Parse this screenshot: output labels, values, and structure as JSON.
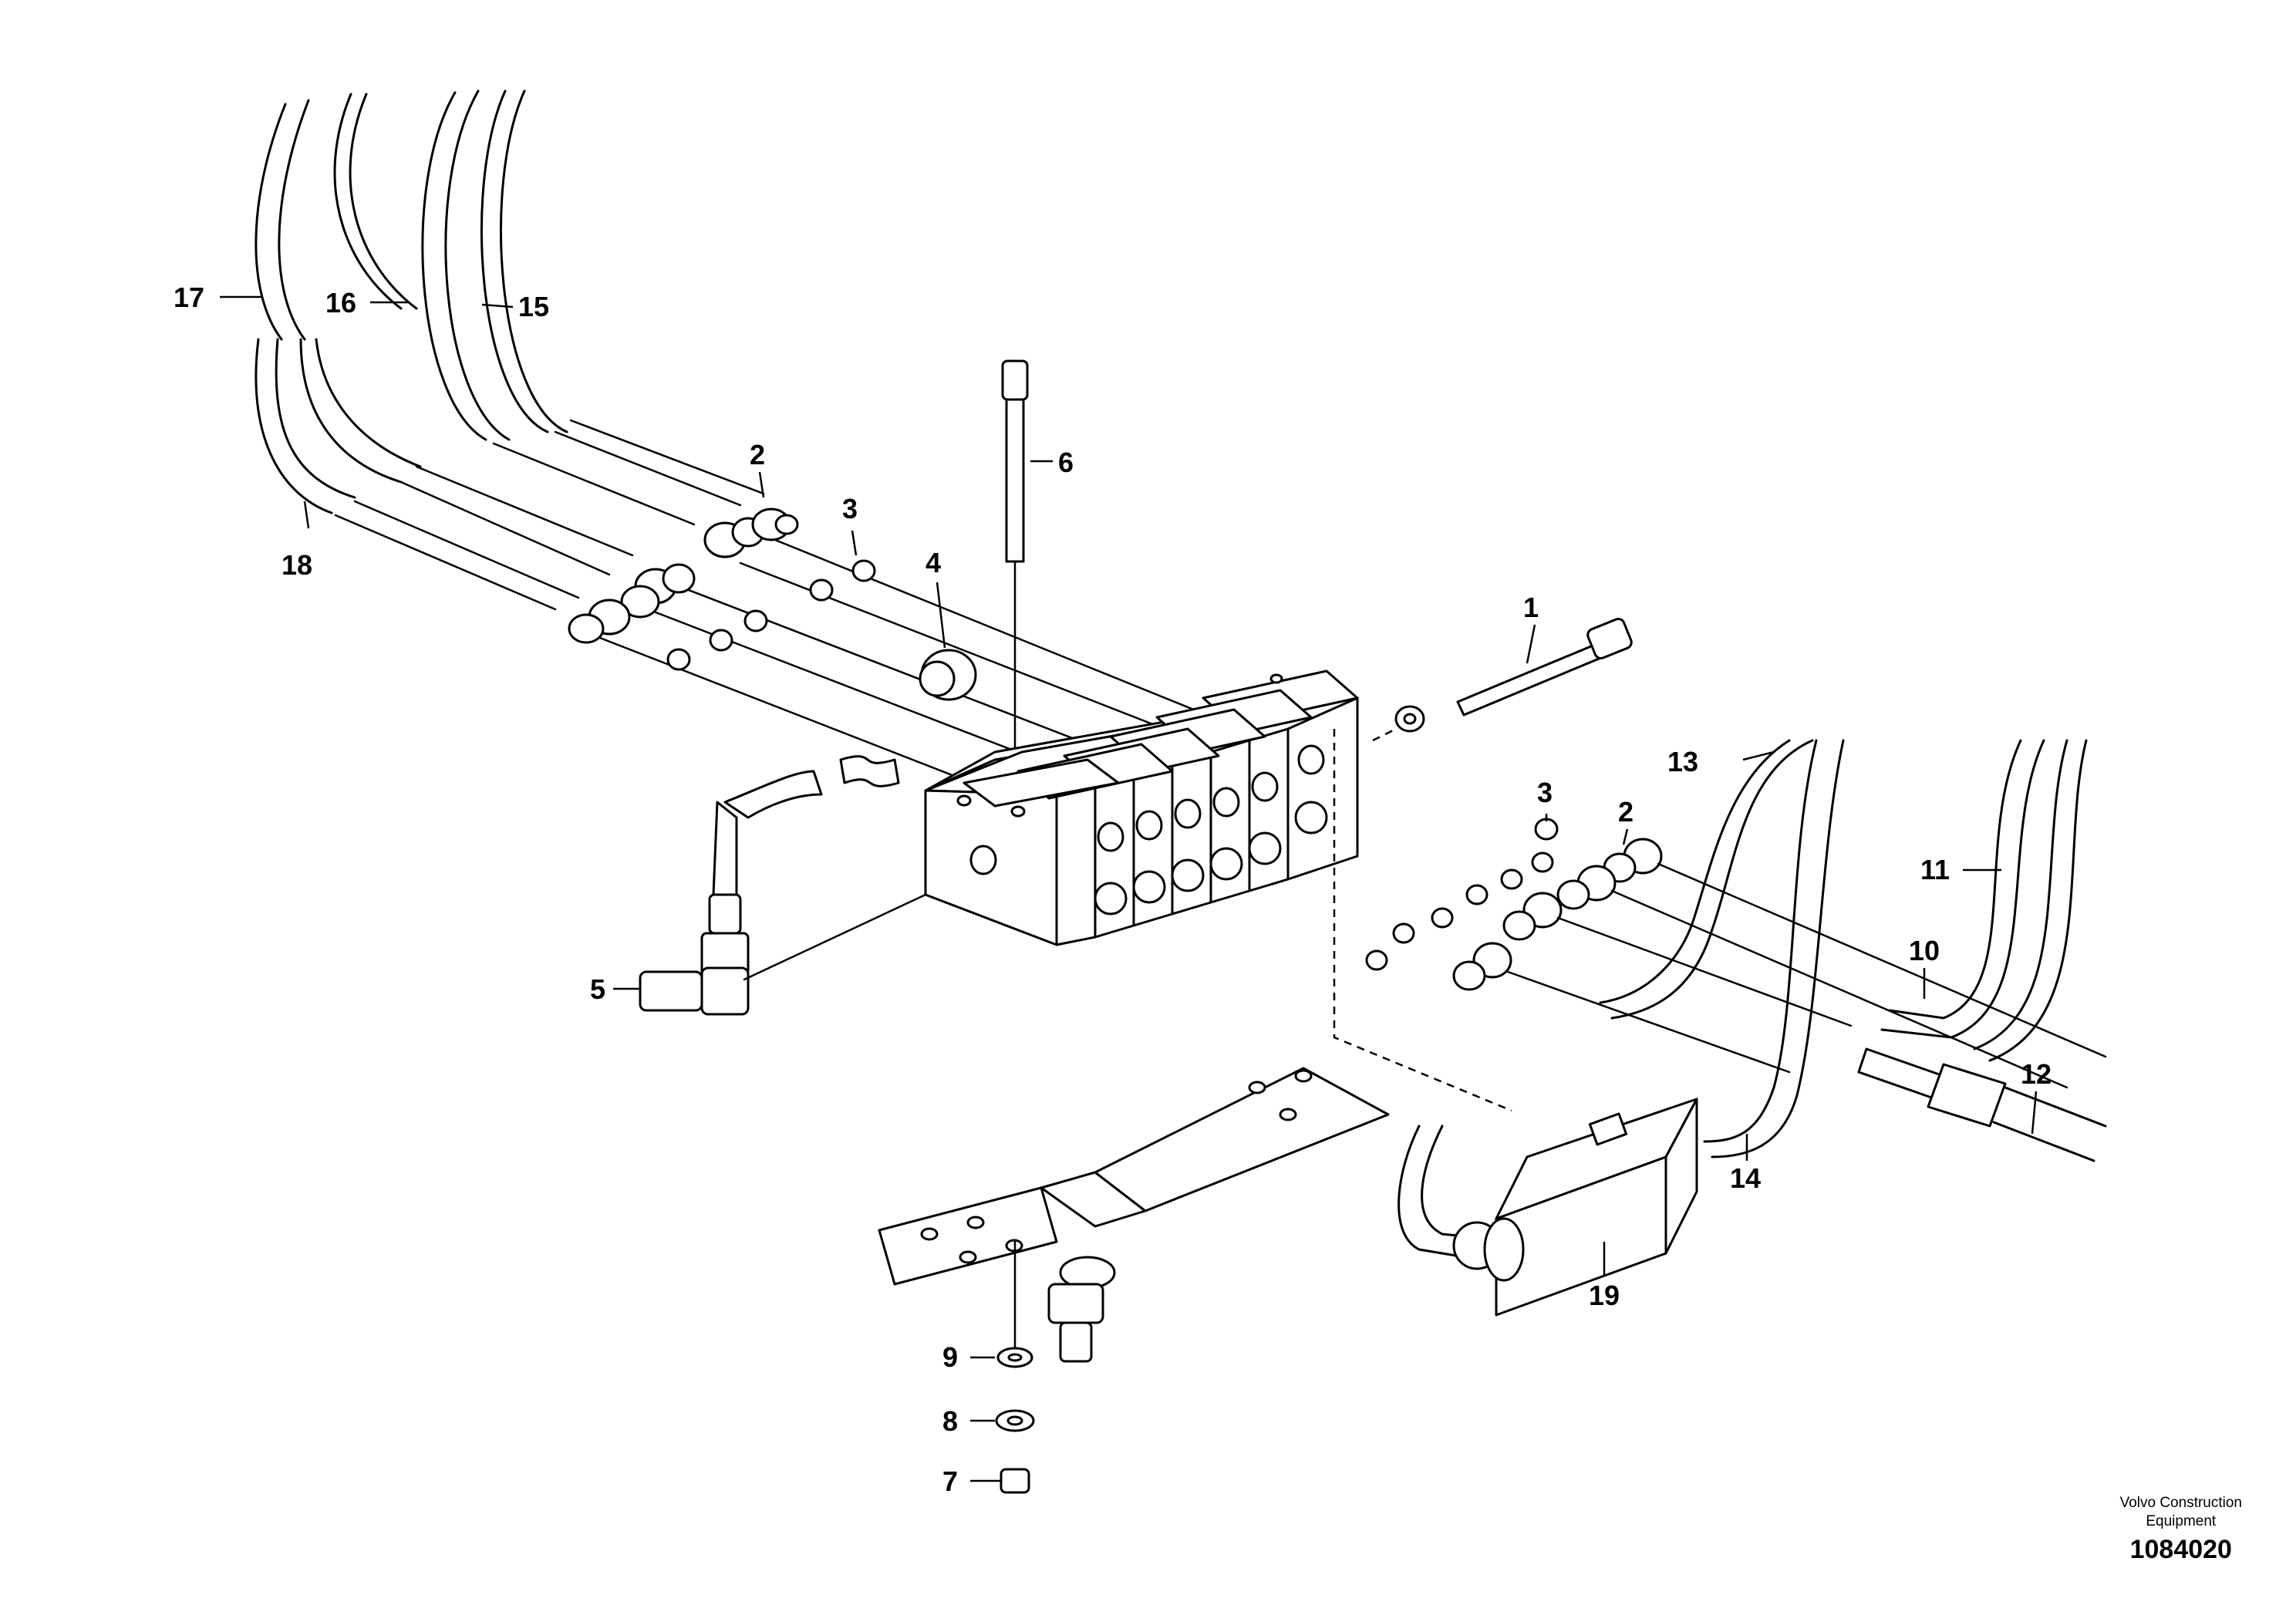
{
  "diagram": {
    "callouts": {
      "c1": "1",
      "c2a": "2",
      "c2b": "2",
      "c3a": "3",
      "c3b": "3",
      "c4": "4",
      "c5": "5",
      "c6": "6",
      "c7": "7",
      "c8": "8",
      "c9": "9",
      "c10": "10",
      "c11": "11",
      "c12": "12",
      "c13": "13",
      "c14": "14",
      "c15": "15",
      "c16": "16",
      "c17": "17",
      "c18": "18",
      "c19": "19"
    }
  },
  "footer": {
    "brand_line1": "Volvo Construction",
    "brand_line2": "Equipment",
    "drawing_number": "1084020"
  }
}
